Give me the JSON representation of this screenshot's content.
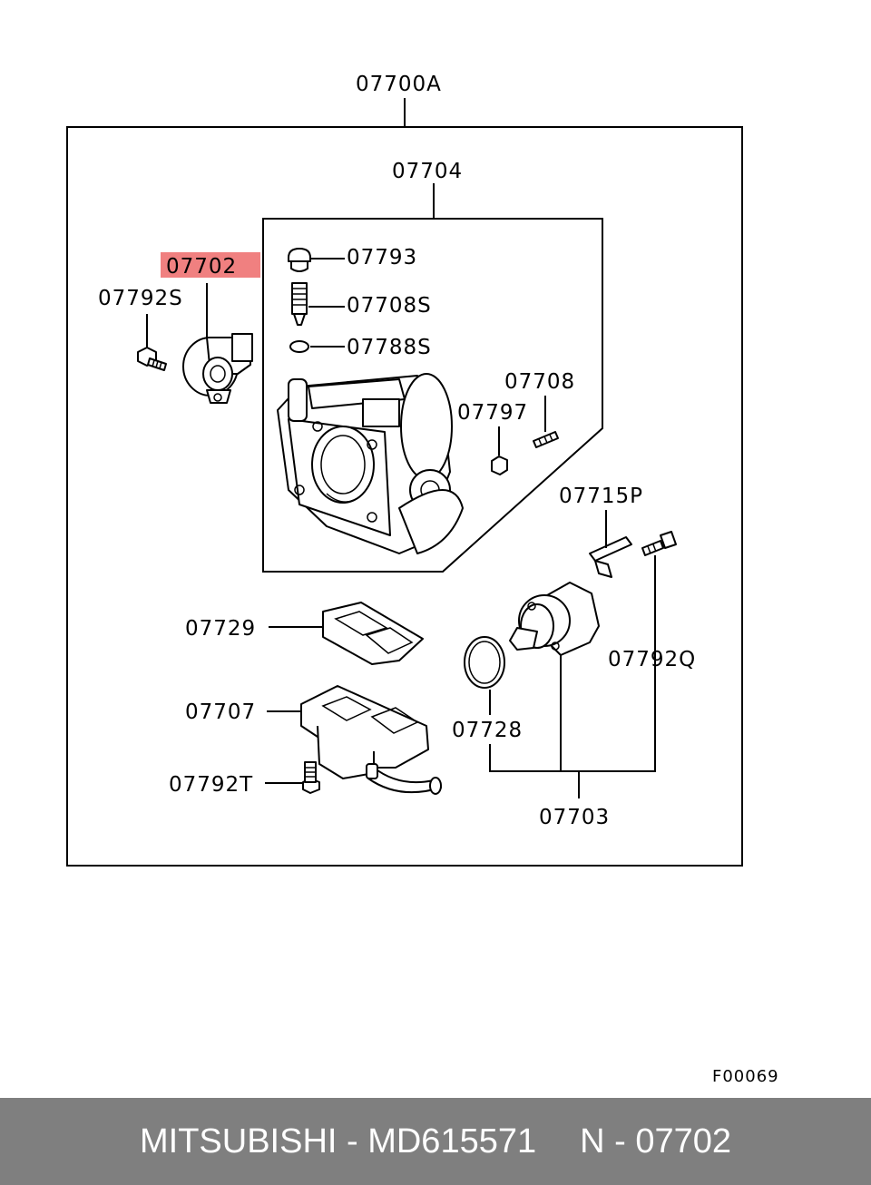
{
  "labels": {
    "assembly": "07700A",
    "body": "07704",
    "highlighted": "07702",
    "bolt_s": "07792S",
    "plug": "07793",
    "screw_s": "07708S",
    "oring_s": "07788S",
    "stud": "07708",
    "nut": "07797",
    "bracket": "07715P",
    "gasket": "07729",
    "oring": "07728",
    "bolt_q": "07792Q",
    "housing": "07707",
    "bolt_t": "07792T",
    "iac_valve": "07703"
  },
  "diagram_code": "F00069",
  "highlight_color": "#f08080",
  "footer": {
    "brand_part": "MITSUBISHI - MD615571",
    "ref": "N - 07702"
  }
}
